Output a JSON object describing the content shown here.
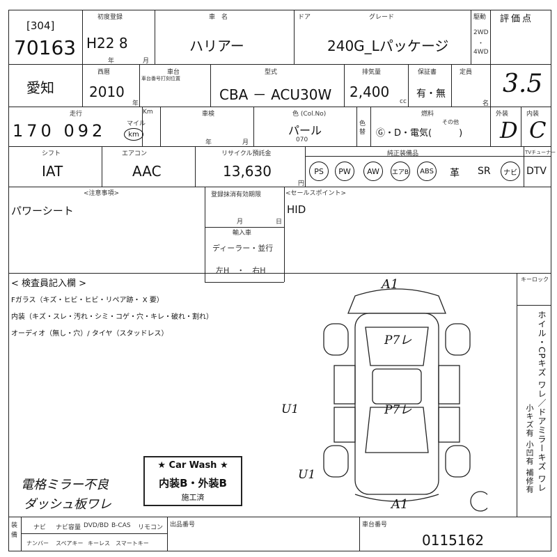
{
  "header": {
    "lot_prefix": "[304]",
    "lot_number": "70163",
    "label_first_reg": "初度登録",
    "first_reg": "H22 8",
    "first_reg_year_unit": "年",
    "first_reg_month_unit": "月",
    "label_car_name": "車　名",
    "car_name": "ハリアー",
    "label_doors": "ドア",
    "label_grade": "グレード",
    "grade": "240G_Lパッケージ",
    "label_drive": "駆動",
    "drive_2wd": "2WD",
    "drive_dot": "・",
    "drive_4wd": "4WD",
    "label_score": "評価点"
  },
  "row2": {
    "prefecture": "愛知",
    "label_year": "西暦",
    "year": "2010",
    "year_unit": "年",
    "label_chassis_pos": "車台",
    "chassis_pos_note": "車台番号打刻位置",
    "label_model": "型式",
    "model": "CBA － ACU30W",
    "label_displacement": "排気量",
    "displacement": "2,400",
    "displacement_unit": "cc",
    "label_warranty": "保証書",
    "warranty": "有・無",
    "label_capacity": "定員",
    "capacity_unit": "名",
    "score_handwritten": "3.5"
  },
  "row3": {
    "label_mileage": "走行",
    "label_km": "Km",
    "mileage": "170 092",
    "mileage_unit_mile": "マイル",
    "mileage_unit_km": "km",
    "label_inspection": "車検",
    "inspection_year_unit": "年",
    "inspection_month_unit": "月",
    "label_color": "色 (Col.No)",
    "color": "パール",
    "color_code": "070",
    "label_color_change": "色替",
    "label_fuel": "燃料",
    "fuel_other": "その他",
    "fuel_options": "Ⓖ・D・電気(　　　)",
    "label_exterior": "外装",
    "exterior_handwritten": "D",
    "label_interior": "内装",
    "interior_handwritten": "C"
  },
  "row4": {
    "label_shift": "シフト",
    "shift": "IAT",
    "label_aircon": "エアコン",
    "aircon": "AAC",
    "label_recycle": "リサイクル預託金",
    "recycle": "13,630",
    "recycle_unit": "円",
    "label_equipment": "純正装備品",
    "equipment": [
      "PS",
      "PW",
      "AW",
      "エアB",
      "ABS"
    ],
    "equip_leather": "革",
    "equip_sr": "SR",
    "equip_navi": "ナビ",
    "label_tv": "TVチューナー",
    "equip_dtv": "DTV"
  },
  "row5": {
    "label_notes": "<注意事項>",
    "notes": "パワーシート",
    "label_reg_expiry": "登録抹消有効期限",
    "reg_expiry_month_unit": "月",
    "reg_expiry_day_unit": "日",
    "label_import": "輸入車",
    "import_type": "ディーラー・並行",
    "import_handle": "左H　・　右H",
    "label_sales_point": "<セールスポイント>",
    "sales_point": "HID"
  },
  "inspection": {
    "title": "< 検査員記入欄 >",
    "line1": "Fガラス（キズ・ヒビ・ヒビ・リペア跡・ X 要）",
    "line2": "内装（キズ・スレ・汚れ・シミ・コゲ・穴・キレ・破れ・割れ）",
    "line3": "オーディオ（無し・穴）/ タイヤ（スタッドレス）",
    "label_keyless": "キーロック",
    "side_text": "ホイル・CPキズ ワレ／ドアミラーキズ ワレ",
    "side_text2": "小キズ有 小凹有 補修有",
    "diagram_marks": [
      "A1",
      "P7レ",
      "P7レ",
      "U1",
      "U1",
      "A1"
    ],
    "carwash_title": "★ Car Wash ★",
    "carwash_body": "内装B・外装B",
    "carwash_done": "施工済",
    "handwritten_note1": "電格ミラー不良",
    "handwritten_note2": "ダッシュ板ワレ"
  },
  "footer": {
    "label_side": "装備",
    "labels_row1": [
      "ナビ",
      "ナビ容量",
      "DVD/BD",
      "B-CAS",
      "リモコン"
    ],
    "labels_row2": [
      "ナンバー",
      "スペアキー",
      "キーレス",
      "スマートキー"
    ],
    "label_auction": "出品番号",
    "label_chassis_no": "車台番号",
    "chassis_no": "0115162"
  }
}
